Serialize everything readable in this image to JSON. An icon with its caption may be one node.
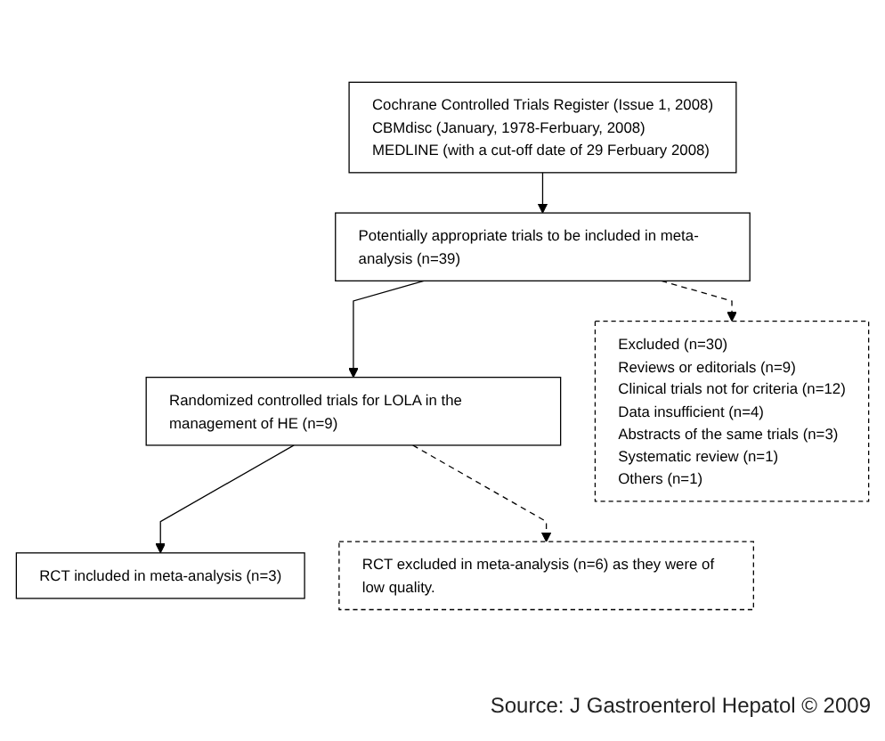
{
  "diagram": {
    "nodes": [
      {
        "text": [
          "Cochrane Controlled Trials Register (Issue 1, 2008)",
          "CBMdisc (January, 1978-Ferbuary, 2008)",
          "MEDLINE (with a cut-off date of 29 Ferbuary 2008)"
        ]
      },
      {
        "text": [
          "Potentially appropriate trials to be included in meta-analysis (n=39)"
        ]
      },
      {
        "text": [
          "Excluded (n=30)",
          "Reviews or editorials (n=9)",
          "Clinical trials not for criteria (n=12)",
          "Data insufficient (n=4)",
          "Abstracts of the same trials (n=3)",
          "Systematic review (n=1)",
          "Others (n=1)"
        ]
      },
      {
        "text": [
          "Randomized controlled trials for LOLA in the management of HE (n=9)"
        ]
      },
      {
        "text": [
          "RCT included in meta-analysis (n=3)"
        ]
      },
      {
        "text": [
          "RCT excluded in meta-analysis (n=6) as they were of low quality."
        ]
      }
    ],
    "edges": [
      {
        "from": 0,
        "to": 1,
        "arrow": "to"
      },
      {
        "from": 1,
        "to": 3,
        "arrow": "to"
      },
      {
        "from": 1,
        "to": 2,
        "arrow": "to",
        "style": "dashed"
      },
      {
        "from": 3,
        "to": 4,
        "arrow": "to"
      },
      {
        "from": 3,
        "to": 5,
        "arrow": "to",
        "style": "dashed"
      }
    ],
    "labels": [
      "Source: J Gastroenterol Hepatol © 2009"
    ]
  }
}
